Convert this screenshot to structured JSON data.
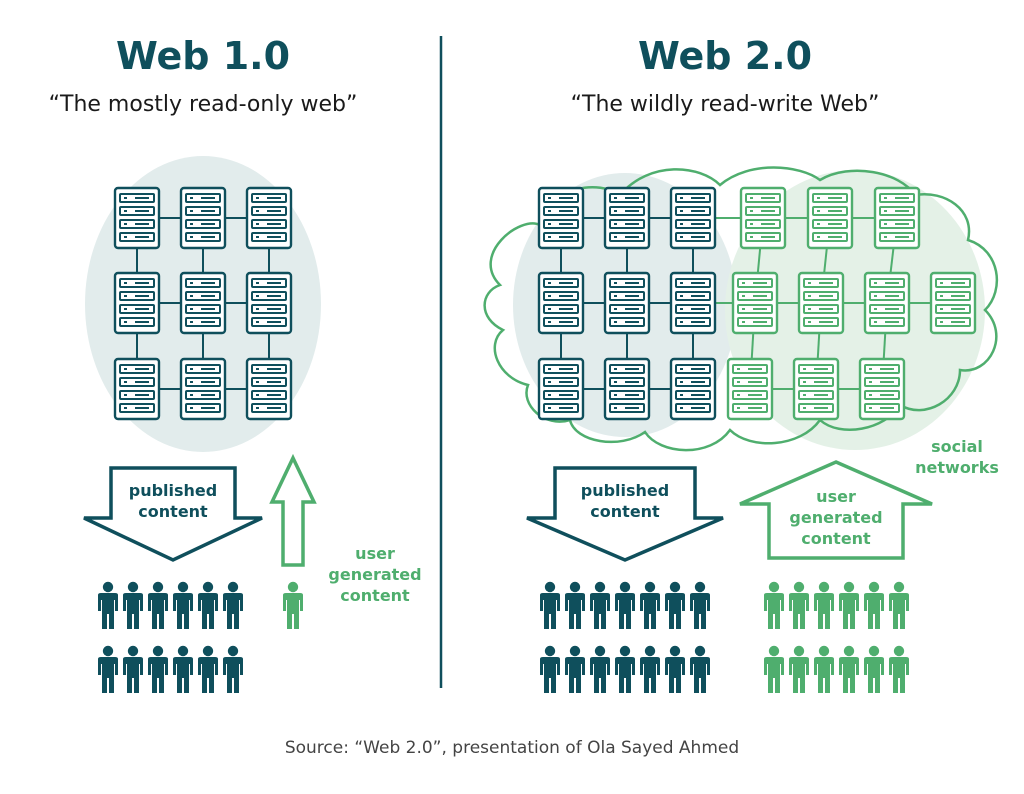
{
  "left": {
    "title": "Web 1.0",
    "subtitle": "“The mostly read-only web”",
    "published_label": [
      "published",
      "content"
    ],
    "user_label": [
      "user",
      "generated",
      "content"
    ]
  },
  "right": {
    "title": "Web 2.0",
    "subtitle": "“The wildly read-write Web”",
    "published_label": [
      "published",
      "content"
    ],
    "user_label": [
      "user",
      "generated",
      "content"
    ],
    "social_label": [
      "social",
      "networks"
    ]
  },
  "source": "Source: “Web 2.0”, presentation of Ola Sayed Ahmed",
  "colors": {
    "dark": "#0f4f5c",
    "green": "#4fae6e",
    "light_blob": "#e2ecec",
    "green_blob": "#e4f1e7"
  },
  "icons": {
    "server": "server-icon",
    "person": "person-icon",
    "arrow": "arrow-icon"
  }
}
